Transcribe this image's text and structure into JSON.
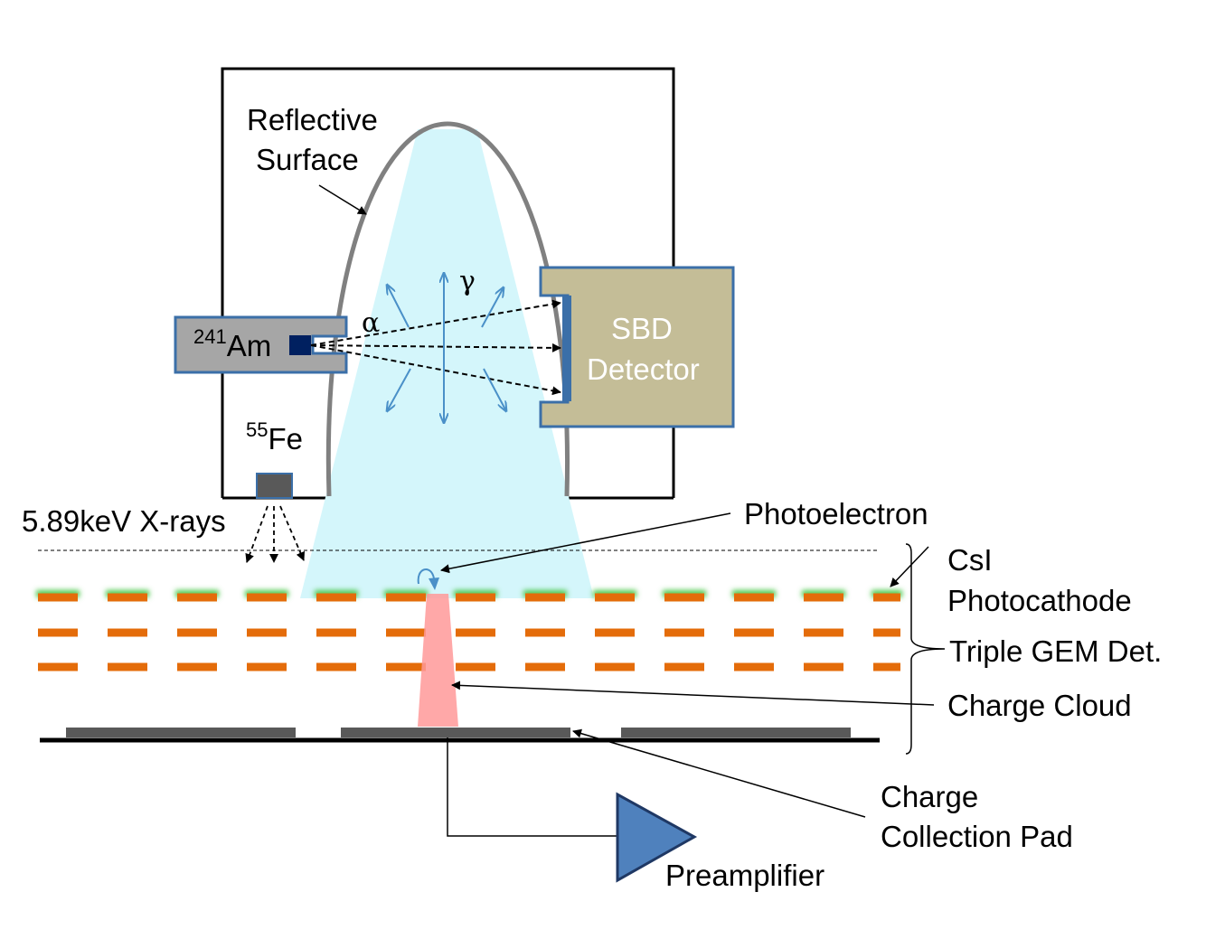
{
  "labels": {
    "reflective_surface_line1": "Reflective",
    "reflective_surface_line2": "Surface",
    "source_am_sup": "241",
    "source_am": "Am",
    "alpha": "α",
    "gamma": "γ",
    "sbd_line1": "SBD",
    "sbd_line2": "Detector",
    "source_fe_sup": "55",
    "source_fe": "Fe",
    "xrays": "5.89keV X-rays",
    "photoelectron": "Photoelectron",
    "csi_line1": "CsI",
    "csi_line2": "Photocathode",
    "triple_gem": "Triple GEM Det.",
    "charge_cloud": "Charge Cloud",
    "pad_line1": "Charge",
    "pad_line2": "Collection Pad",
    "preamplifier": "Preamplifier"
  },
  "colors": {
    "light_cone": "#d4f6fb",
    "reflector": "#808080",
    "am_holder": "#a6a6a6",
    "am_source": "#002060",
    "sbd_body": "#c4bd97",
    "sbd_border": "#3b6fa8",
    "gem_foil": "#e46c0a",
    "csi_glow": "#4ec94e",
    "charge_cloud": "#ff9999",
    "pad": "#595959",
    "preamp": "#4f81bd",
    "ray_arrows": "#4a90c8"
  }
}
